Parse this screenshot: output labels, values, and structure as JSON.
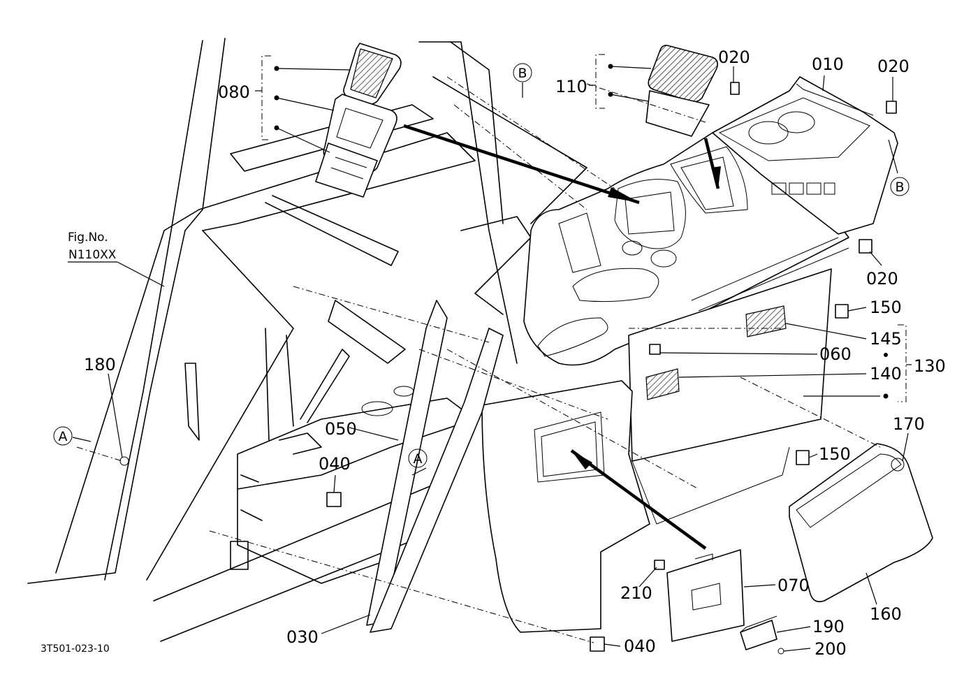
{
  "figure": {
    "ref_label": "Fig.No.",
    "ref_number": "N110XX",
    "drawing_code": "3T501-023-10"
  },
  "callouts": {
    "c010": "010",
    "c020a": "020",
    "c020b": "020",
    "c020c": "020",
    "c030": "030",
    "c040a": "040",
    "c040b": "040",
    "c050": "050",
    "c060": "060",
    "c070": "070",
    "c080": "080",
    "c110": "110",
    "c130": "130",
    "c140": "140",
    "c145": "145",
    "c150a": "150",
    "c150b": "150",
    "c160": "160",
    "c170": "170",
    "c180": "180",
    "c190": "190",
    "c200": "200",
    "c210": "210"
  },
  "markers": {
    "a1": "A",
    "a2": "A",
    "b1": "B",
    "b2": "B"
  }
}
